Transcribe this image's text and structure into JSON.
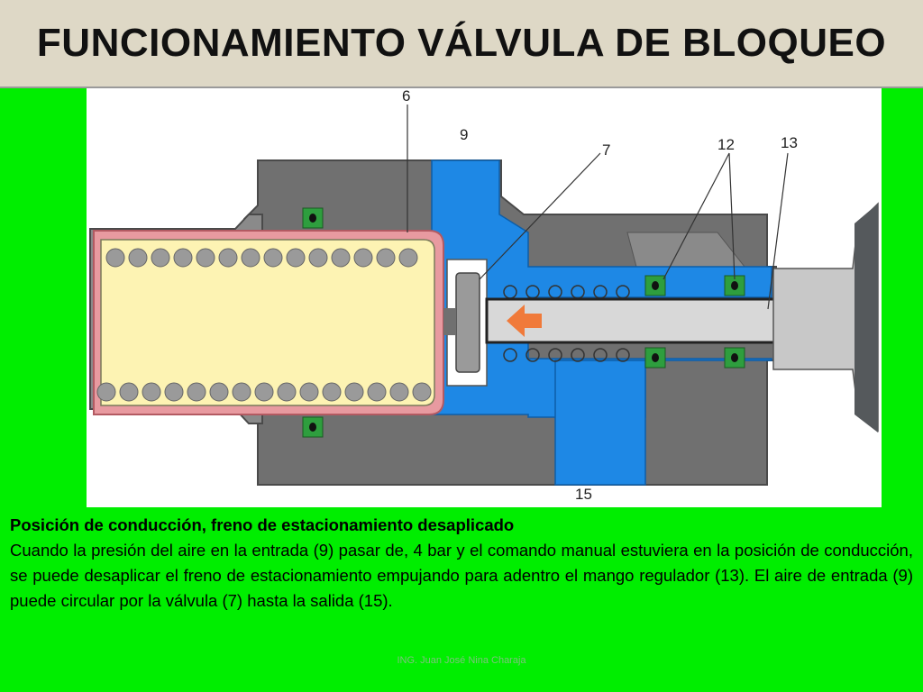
{
  "slide": {
    "title": "FUNCIONAMIENTO VÁLVULA DE BLOQUEO",
    "footer": "ING. Juan José Nina Charaja"
  },
  "diagram": {
    "labels": {
      "part_6": "6",
      "part_9": "9",
      "part_7": "7",
      "part_12": "12",
      "part_13": "13",
      "part_15": "15"
    },
    "colors": {
      "housing": "#707070",
      "air_passage": "#1e88e5",
      "chamber": "#fdf3b3",
      "piston_ring": "#e89aa0",
      "seal": "#2e9e3e",
      "plunger": "#d8d8d8",
      "arrow": "#f07a3a"
    }
  },
  "caption": {
    "heading": "Posición de conducción, freno de estacionamiento desaplicado",
    "body": "Cuando la presión del aire en la entrada (9) pasar de, 4 bar y el comando manual estuviera en la posición de conducción, se puede desaplicar el freno de estacionamiento empujando para adentro el mango regulador (13). El aire de entrada (9) puede circular por la válvula (7) hasta la salida (15)."
  }
}
